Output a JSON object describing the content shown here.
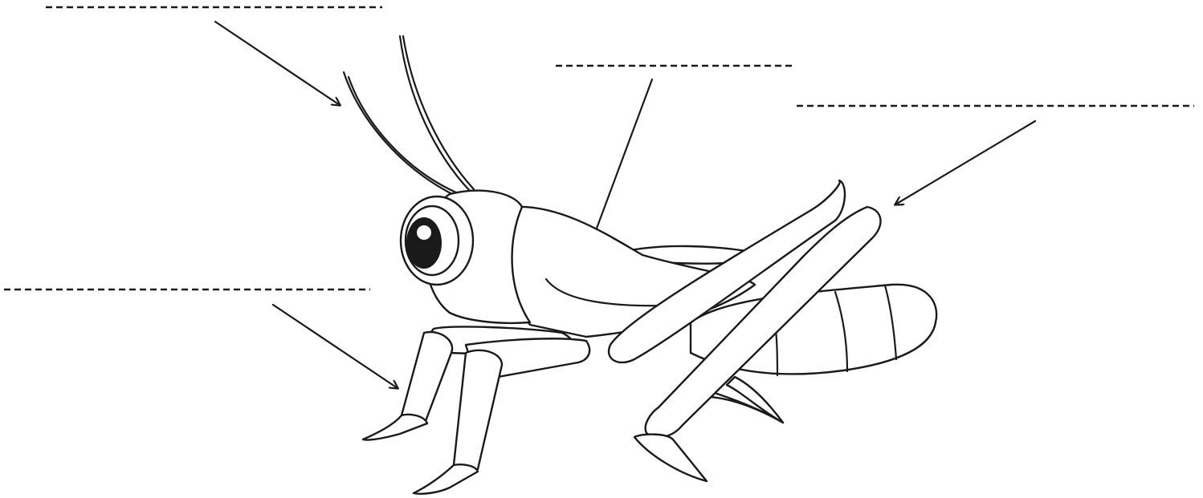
{
  "labels": [
    {
      "id": "antennae",
      "text": ""
    },
    {
      "id": "thorax",
      "text": ""
    },
    {
      "id": "wings",
      "text": ""
    },
    {
      "id": "legs",
      "text": ""
    }
  ]
}
